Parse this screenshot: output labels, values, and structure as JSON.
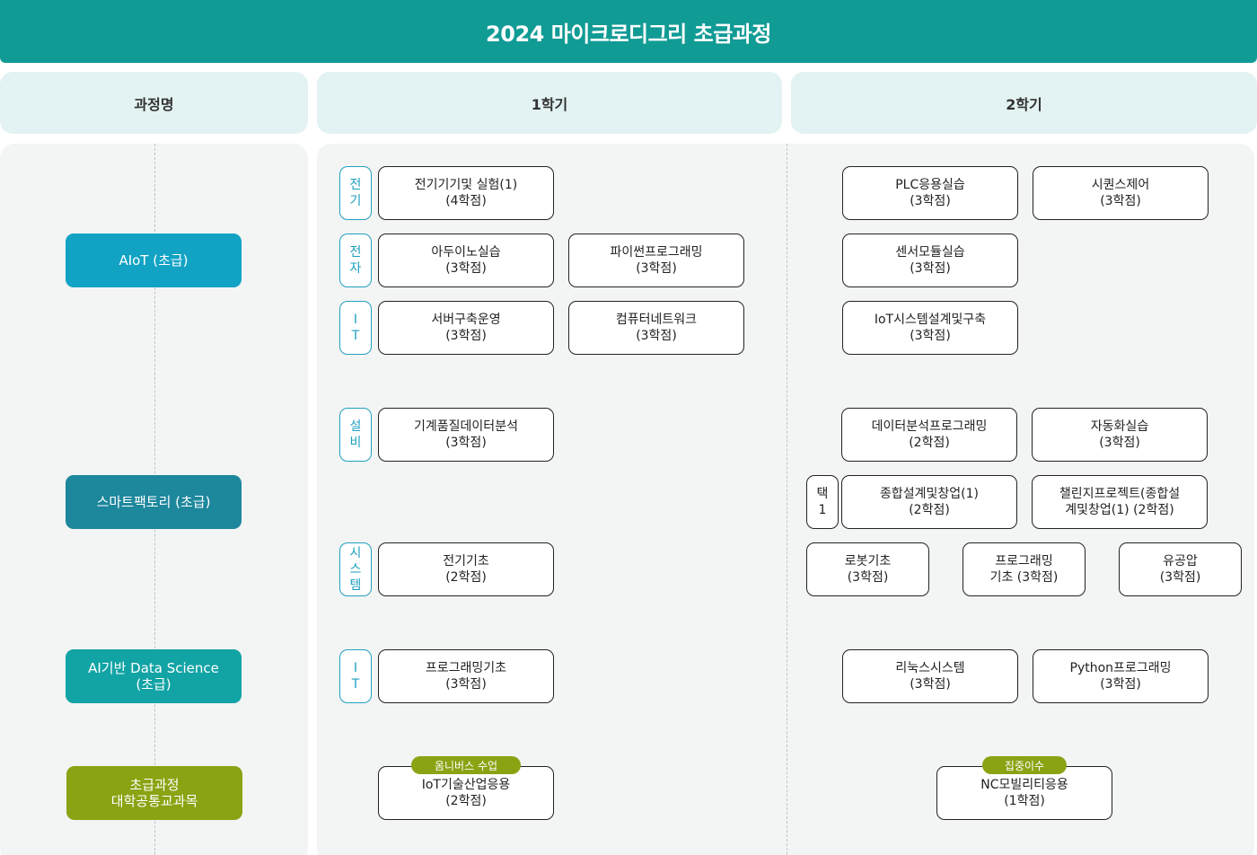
{
  "title": "2024 마이크로디그리 초급과정",
  "columns": {
    "course_name": "과정명",
    "semester1": "1학기",
    "semester2": "2학기"
  },
  "colors": {
    "header": "#119b95",
    "aiot": "#12a3c4",
    "smart_factory": "#1d879c",
    "ai_data_science": "#12a3a5",
    "common": "#8aa313",
    "tag_border": "#21a0c0"
  },
  "categories": {
    "aiot": "AIoT (초급)",
    "smart_factory": "스마트팩토리 (초급)",
    "ai_data_science": "AI기반 Data Science\n(초급)",
    "common": "초급과정\n대학공통교과목"
  },
  "tags": {
    "electric": "전\n기",
    "electronic": "전\n자",
    "it1": "I\nT",
    "facility": "설\n비",
    "system": "시\n스\n템",
    "it2": "I\nT",
    "elective1": "택\n1"
  },
  "courses": {
    "s1_electric": "전기기기및 실험(1)\n(4학점)",
    "s1_arduino": "아두이노실습\n(3학점)",
    "s1_python": "파이썬프로그래밍\n(3학점)",
    "s1_server": "서버구축운영\n(3학점)",
    "s1_network": "컴퓨터네트워크\n(3학점)",
    "s2_plc": "PLC응용실습\n(3학점)",
    "s2_sequence": "시퀀스제어\n(3학점)",
    "s2_sensor": "센서모듈실습\n(3학점)",
    "s2_iot_system": "IoT시스템설계및구축\n(3학점)",
    "s1_quality": "기계품질데이터분석\n(3학점)",
    "s1_electric_basic": "전기기초\n(2학점)",
    "s2_data_analysis": "데이터분석프로그래밍\n(2학점)",
    "s2_automation": "자동화실습\n(3학점)",
    "s2_capstone": "종합설계및창업(1)\n(2학점)",
    "s2_challenge": "챌린지프로젝트(종합설\n계및창업(1) (2학점)",
    "s2_robot": "로봇기초\n(3학점)",
    "s2_programming": "프로그래밍\n기초 (3학점)",
    "s2_hydraulics": "유공압\n(3학점)",
    "s1_programming_basic": "프로그래밍기초\n(3학점)",
    "s2_linux": "리눅스시스템\n(3학점)",
    "s2_python": "Python프로그래밍\n(3학점)",
    "s1_iot_industry": "IoT기술산업응용\n(2학점)",
    "s2_nc_mobility": "NC모빌리티응용\n(1학점)"
  },
  "badges": {
    "omnibus": "옴니버스 수업",
    "intensive": "집중이수"
  }
}
